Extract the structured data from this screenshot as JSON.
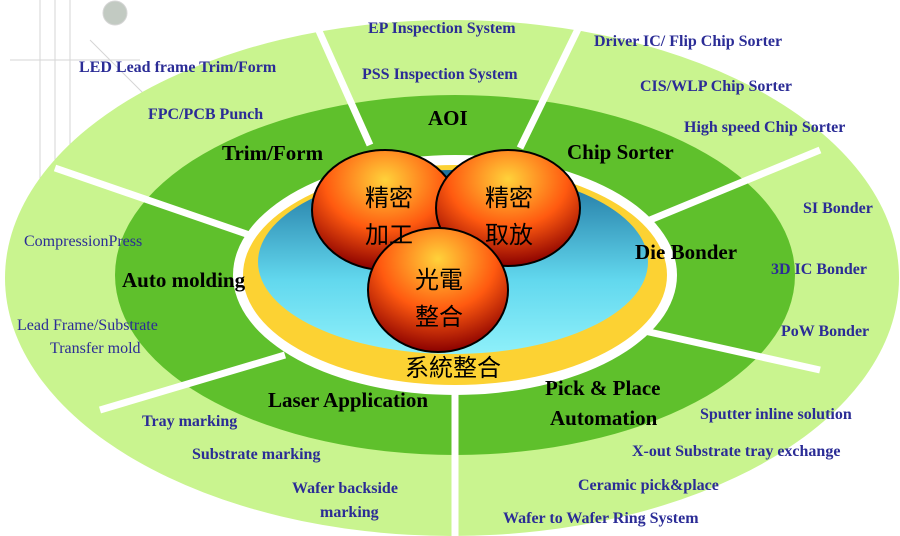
{
  "colors": {
    "outer_ring": "#c9f48f",
    "middle_ring": "#5fc02c",
    "yellow_ring": "#fcd233",
    "blue_core": "#2a8bb8",
    "label_outer": "#2b2c96"
  },
  "core": {
    "circle1": "精密\n加工",
    "circle1_l1": "精密",
    "circle1_l2": "加工",
    "circle2_l1": "精密",
    "circle2_l2": "取放",
    "circle3_l1": "光電",
    "circle3_l2": "整合",
    "ring_label": "系統整合"
  },
  "segments": {
    "aoi": {
      "label": "AOI",
      "items": [
        "EP Inspection  System",
        "PSS Inspection  System"
      ]
    },
    "chip_sorter": {
      "label": "Chip Sorter",
      "items": [
        "Driver IC/ Flip  Chip Sorter",
        "CIS/WLP Chip Sorter",
        "High speed  Chip Sorter"
      ]
    },
    "die_bonder": {
      "label": "Die Bonder",
      "items": [
        "SI Bonder",
        "3D IC Bonder",
        "PoW Bonder"
      ]
    },
    "pick_place": {
      "label_l1": "Pick & Place",
      "label_l2": "Automation",
      "items": [
        "Sputter inline solution",
        "X-out Substrate tray exchange",
        "Ceramic pick&place",
        "Wafer to Wafer Ring System"
      ]
    },
    "laser": {
      "label": "Laser Application",
      "items": [
        "Tray marking",
        "Substrate marking",
        "Wafer backside",
        "marking"
      ]
    },
    "molding": {
      "label": "Auto molding",
      "items": [
        "CompressionPress",
        "Lead Frame/Substrate",
        "Transfer mold"
      ]
    },
    "trim_form": {
      "label": "Trim/Form",
      "items": [
        "LED Lead frame Trim/Form",
        "FPC/PCB Punch"
      ]
    }
  }
}
